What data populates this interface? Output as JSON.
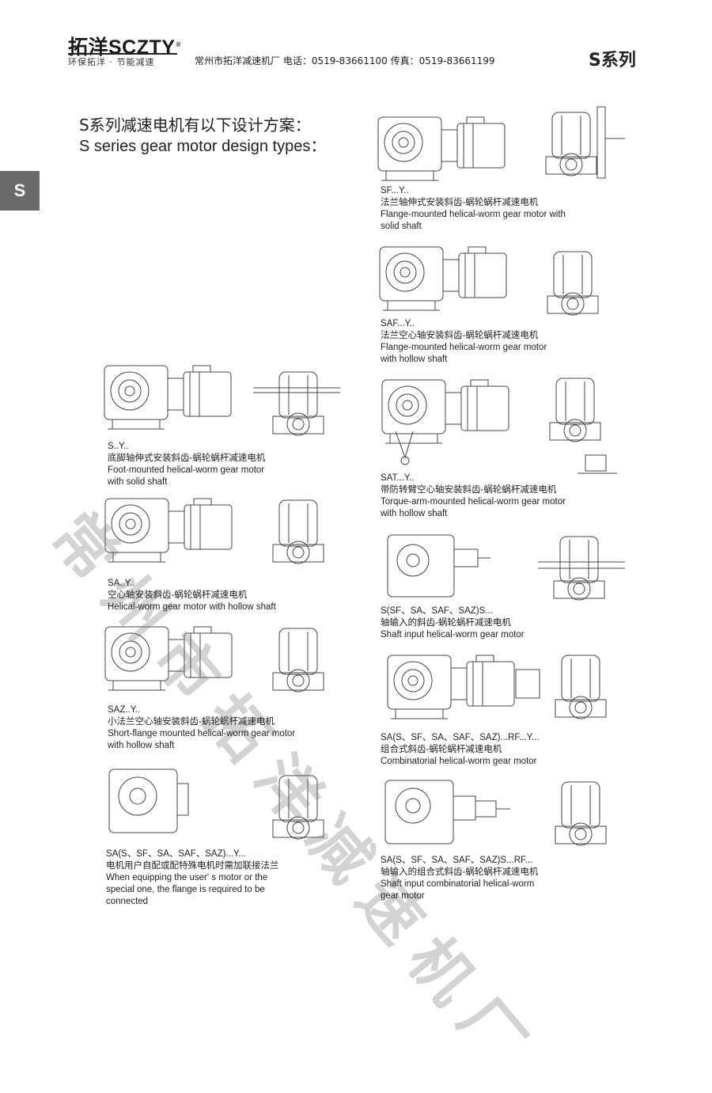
{
  "header": {
    "logo_main": "拓洋SCZTY",
    "logo_reg": "®",
    "logo_sub": "环保拓洋 · 节能减速",
    "company_line": "常州市拓洋减速机厂   电话：0519-83661100   传真：0519-83661199",
    "series": "S系列"
  },
  "side_tab": "S",
  "heading": {
    "cn": "S系列减速电机有以下设计方案：",
    "en": "S series gear motor design types："
  },
  "watermark": "常州市拓洋减速机厂",
  "designs": [
    {
      "code": "SF...Y..",
      "cn": "法兰轴伸式安装斜齿-蜗轮蜗杆减速电机",
      "en": [
        "Flange-mounted helical-worm gear motor with",
        "solid shaft"
      ]
    },
    {
      "code": "SAF...Y..",
      "cn": "法兰空心轴安装斜齿-蜗轮蜗杆减速电机",
      "en": [
        "Flange-mounted helical-worm gear motor",
        "with hollow shaft"
      ]
    },
    {
      "code": "S..Y..",
      "cn": "底脚轴伸式安装斜齿-蜗轮蜗杆减速电机",
      "en": [
        "Foot-mounted helical-worm gear motor",
        "with solid shaft"
      ]
    },
    {
      "code": "SAT...Y..",
      "cn": "带防转臂空心轴安装斜齿-蜗轮蜗杆减速电机",
      "en": [
        "Torque-arm-mounted helical-worm gear motor",
        "with hollow shaft"
      ]
    },
    {
      "code": "SA..Y..",
      "cn": "空心轴安装斜齿-蜗轮蜗杆减速电机",
      "en": [
        "Helical-worm gear motor with hollow shaft"
      ]
    },
    {
      "code": "S(SF、SA、SAF、SAZ)S...",
      "cn": "轴输入的斜齿-蜗轮蜗杆减速电机",
      "en": [
        "Shaft input helical-worm gear motor"
      ]
    },
    {
      "code": "SAZ..Y..",
      "cn": "小法兰空心轴安装斜齿-蜗轮蜗杆减速电机",
      "en": [
        "Short-flange mounted helical-worm gear motor",
        "with hollow shaft"
      ]
    },
    {
      "code": "SA(S、SF、SA、SAF、SAZ)...RF...Y...",
      "cn": "组合式斜齿-蜗轮蜗杆减速电机",
      "en": [
        "Combinatorial helical-worm gear motor"
      ]
    },
    {
      "code": "SA(S、SF、SA、SAF、SAZ)...Y...",
      "cn": "电机用户自配或配特殊电机时需加联接法兰",
      "en": [
        "When equipping the user' s motor or the",
        "special one, the flange is required to be",
        "connected"
      ]
    },
    {
      "code": "SA(S、SF、SA、SAF、SAZ)S...RF...",
      "cn": "轴输入的组合式斜齿-蜗轮蜗杆减速电机",
      "en": [
        "Shaft input combinatorial helical-worm",
        "gear motor"
      ]
    }
  ]
}
